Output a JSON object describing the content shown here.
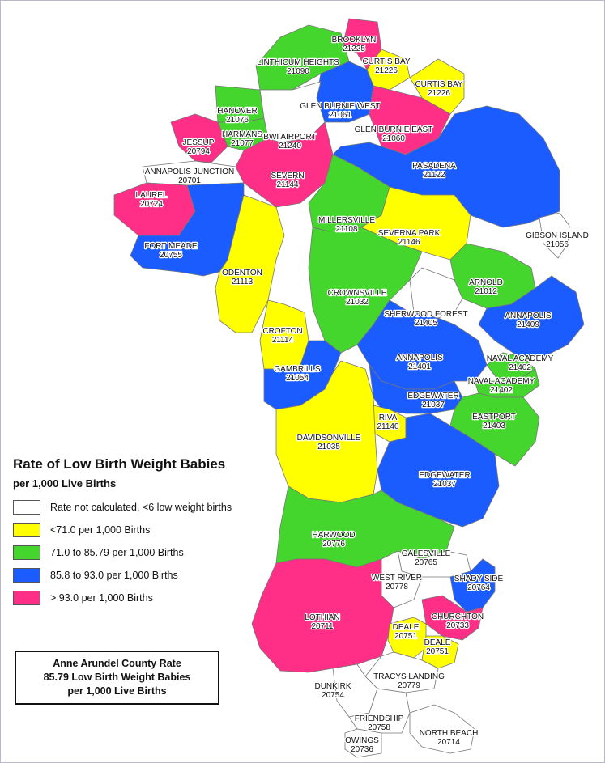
{
  "colors": {
    "not_calculated": "#ffffff",
    "low": "#ffff00",
    "mid": "#44d62c",
    "high": "#1a5cff",
    "very_high": "#ff2e86",
    "boundary": "#777777"
  },
  "legend": {
    "title": "Rate of Low Birth Weight Babies",
    "subtitle": "per 1,000 Live Births",
    "items": [
      {
        "label": "Rate not calculated, <6 low weight births",
        "category": "not_calculated"
      },
      {
        "label": "<71.0 per 1,000 Births",
        "category": "low"
      },
      {
        "label": "71.0 to 85.79 per 1,000 Births",
        "category": "mid"
      },
      {
        "label": "85.8 to 93.0 per 1,000 Births",
        "category": "high"
      },
      {
        "label": "> 93.0 per 1,000 Births",
        "category": "very_high"
      }
    ]
  },
  "county_rate": {
    "line1": "Anne Arundel County Rate",
    "line2": "85.79 Low Birth Weight Babies",
    "line3": "per 1,000 Live Births"
  },
  "zips": [
    {
      "id": "brooklyn",
      "name": "BROOKLYN",
      "zip": "21225",
      "category": "very_high"
    },
    {
      "id": "curtis-bay-n",
      "name": "CURTIS BAY",
      "zip": "21226",
      "category": "low"
    },
    {
      "id": "curtis-bay-e",
      "name": "CURTIS BAY",
      "zip": "21226",
      "category": "low"
    },
    {
      "id": "linthicum",
      "name": "LINTHICUM HEIGHTS",
      "zip": "21090",
      "category": "mid"
    },
    {
      "id": "glen-burnie-west",
      "name": "GLEN BURNIE WEST",
      "zip": "21061",
      "category": "high"
    },
    {
      "id": "glen-burnie-east",
      "name": "GLEN BURNIE EAST",
      "zip": "21060",
      "category": "very_high"
    },
    {
      "id": "hanover",
      "name": "HANOVER",
      "zip": "21076",
      "category": "mid"
    },
    {
      "id": "harmans",
      "name": "HARMANS",
      "zip": "21077",
      "category": "mid"
    },
    {
      "id": "bwi",
      "name": "BWI AIRPORT",
      "zip": "21240",
      "category": "not_calculated"
    },
    {
      "id": "jessup",
      "name": "JESSUP",
      "zip": "20794",
      "category": "very_high"
    },
    {
      "id": "annapolis-jct",
      "name": "ANNAPOLIS JUNCTION",
      "zip": "20701",
      "category": "not_calculated"
    },
    {
      "id": "laurel",
      "name": "LAUREL",
      "zip": "20724",
      "category": "very_high"
    },
    {
      "id": "severn",
      "name": "SEVERN",
      "zip": "21144",
      "category": "very_high"
    },
    {
      "id": "pasadena",
      "name": "PASADENA",
      "zip": "21122",
      "category": "high"
    },
    {
      "id": "gibson-island",
      "name": "GIBSON ISLAND",
      "zip": "21056",
      "category": "not_calculated"
    },
    {
      "id": "fort-meade",
      "name": "FORT MEADE",
      "zip": "20755",
      "category": "high"
    },
    {
      "id": "millersville",
      "name": "MILLERSVILLE",
      "zip": "21108",
      "category": "mid"
    },
    {
      "id": "severna-park",
      "name": "SEVERNA PARK",
      "zip": "21146",
      "category": "low"
    },
    {
      "id": "odenton",
      "name": "ODENTON",
      "zip": "21113",
      "category": "low"
    },
    {
      "id": "crownsville",
      "name": "CROWNSVILLE",
      "zip": "21032",
      "category": "mid"
    },
    {
      "id": "arnold",
      "name": "ARNOLD",
      "zip": "21012",
      "category": "mid"
    },
    {
      "id": "sherwood-forest",
      "name": "SHERWOOD FOREST",
      "zip": "21405",
      "category": "not_calculated"
    },
    {
      "id": "annapolis-21409",
      "name": "ANNAPOLIS",
      "zip": "21409",
      "category": "high"
    },
    {
      "id": "crofton",
      "name": "CROFTON",
      "zip": "21114",
      "category": "low"
    },
    {
      "id": "annapolis-21401",
      "name": "ANNAPOLIS",
      "zip": "21401",
      "category": "high"
    },
    {
      "id": "naval-academy-a",
      "name": "NAVAL ACADEMY",
      "zip": "21402",
      "category": "mid"
    },
    {
      "id": "naval-academy-b",
      "name": "NAVAL ACADEMY",
      "zip": "21402",
      "category": "mid"
    },
    {
      "id": "gambrills",
      "name": "GAMBRILLS",
      "zip": "21054",
      "category": "high"
    },
    {
      "id": "edgewater-n",
      "name": "EDGEWATER",
      "zip": "21037",
      "category": "high"
    },
    {
      "id": "eastport",
      "name": "EASTPORT",
      "zip": "21403",
      "category": "mid"
    },
    {
      "id": "riva",
      "name": "RIVA",
      "zip": "21140",
      "category": "low"
    },
    {
      "id": "davidsonville",
      "name": "DAVIDSONVILLE",
      "zip": "21035",
      "category": "low"
    },
    {
      "id": "edgewater-s",
      "name": "EDGEWATER",
      "zip": "21037",
      "category": "high"
    },
    {
      "id": "harwood",
      "name": "HARWOOD",
      "zip": "20776",
      "category": "mid"
    },
    {
      "id": "galesville",
      "name": "GALESVILLE",
      "zip": "20765",
      "category": "not_calculated"
    },
    {
      "id": "west-river",
      "name": "WEST RIVER",
      "zip": "20778",
      "category": "not_calculated"
    },
    {
      "id": "shady-side",
      "name": "SHADY SIDE",
      "zip": "20764",
      "category": "high"
    },
    {
      "id": "lothian",
      "name": "LOTHIAN",
      "zip": "20711",
      "category": "very_high"
    },
    {
      "id": "churchton",
      "name": "CHURCHTON",
      "zip": "20733",
      "category": "very_high"
    },
    {
      "id": "deale-w",
      "name": "DEALE",
      "zip": "20751",
      "category": "low"
    },
    {
      "id": "deale-e",
      "name": "DEALE",
      "zip": "20751",
      "category": "low"
    },
    {
      "id": "tracys-landing",
      "name": "TRACYS LANDING",
      "zip": "20779",
      "category": "not_calculated"
    },
    {
      "id": "dunkirk",
      "name": "DUNKIRK",
      "zip": "20754",
      "category": "not_calculated"
    },
    {
      "id": "friendship",
      "name": "FRIENDSHIP",
      "zip": "20758",
      "category": "not_calculated"
    },
    {
      "id": "owings",
      "name": "OWINGS",
      "zip": "20736",
      "category": "not_calculated"
    },
    {
      "id": "north-beach",
      "name": "NORTH BEACH",
      "zip": "20714",
      "category": "not_calculated"
    }
  ]
}
